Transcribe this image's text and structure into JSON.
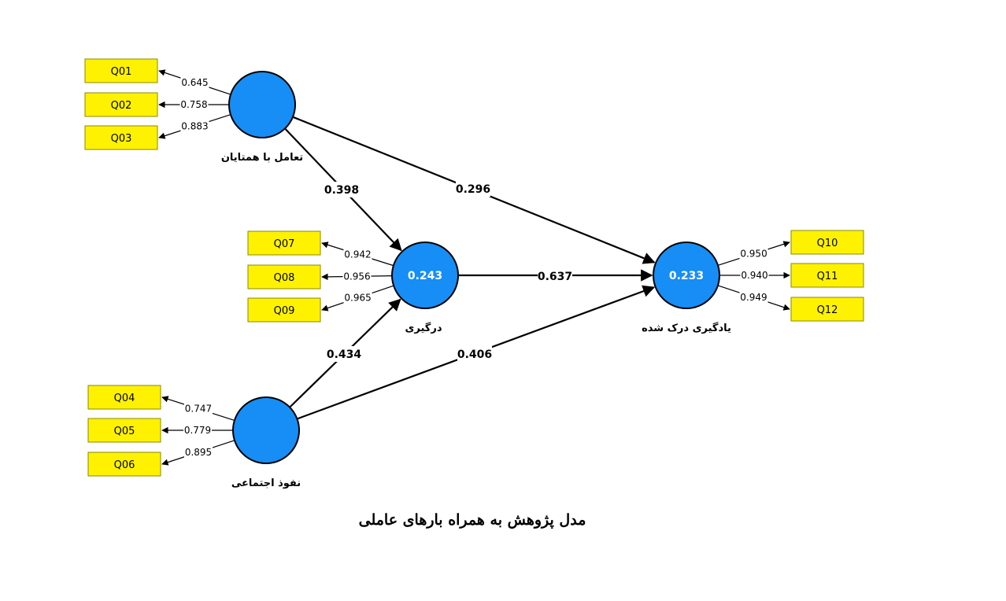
{
  "caption": "مدل پژوهش به همراه بارهای عاملی",
  "colors": {
    "construct_fill": "#168ef5",
    "indicator_fill": "#fff200",
    "indicator_stroke": "#8a8a00",
    "line": "#000000"
  },
  "constructs": [
    {
      "id": "peer",
      "label": "تعامل با همتایان",
      "r2": ""
    },
    {
      "id": "engage",
      "label": "درگیری",
      "r2": "0.243"
    },
    {
      "id": "social",
      "label": "نفوذ اجتماعی",
      "r2": ""
    },
    {
      "id": "learn",
      "label": "یادگیری درک شده",
      "r2": "0.233"
    }
  ],
  "indicators": [
    {
      "id": "Q01",
      "label": "Q01",
      "construct": "peer",
      "loading": "0.645"
    },
    {
      "id": "Q02",
      "label": "Q02",
      "construct": "peer",
      "loading": "0.758"
    },
    {
      "id": "Q03",
      "label": "Q03",
      "construct": "peer",
      "loading": "0.883"
    },
    {
      "id": "Q04",
      "label": "Q04",
      "construct": "social",
      "loading": "0.747"
    },
    {
      "id": "Q05",
      "label": "Q05",
      "construct": "social",
      "loading": "0.779"
    },
    {
      "id": "Q06",
      "label": "Q06",
      "construct": "social",
      "loading": "0.895"
    },
    {
      "id": "Q07",
      "label": "Q07",
      "construct": "engage",
      "loading": "0.942"
    },
    {
      "id": "Q08",
      "label": "Q08",
      "construct": "engage",
      "loading": "0.956"
    },
    {
      "id": "Q09",
      "label": "Q09",
      "construct": "engage",
      "loading": "0.965"
    },
    {
      "id": "Q10",
      "label": "Q10",
      "construct": "learn",
      "loading": "0.950"
    },
    {
      "id": "Q11",
      "label": "Q11",
      "construct": "learn",
      "loading": "0.940"
    },
    {
      "id": "Q12",
      "label": "Q12",
      "construct": "learn",
      "loading": "0.949"
    }
  ],
  "paths": [
    {
      "from": "peer",
      "to": "engage",
      "coef": "0.398"
    },
    {
      "from": "peer",
      "to": "learn",
      "coef": "0.296"
    },
    {
      "from": "engage",
      "to": "learn",
      "coef": "0.637"
    },
    {
      "from": "social",
      "to": "engage",
      "coef": "0.434"
    },
    {
      "from": "social",
      "to": "learn",
      "coef": "0.406"
    }
  ]
}
